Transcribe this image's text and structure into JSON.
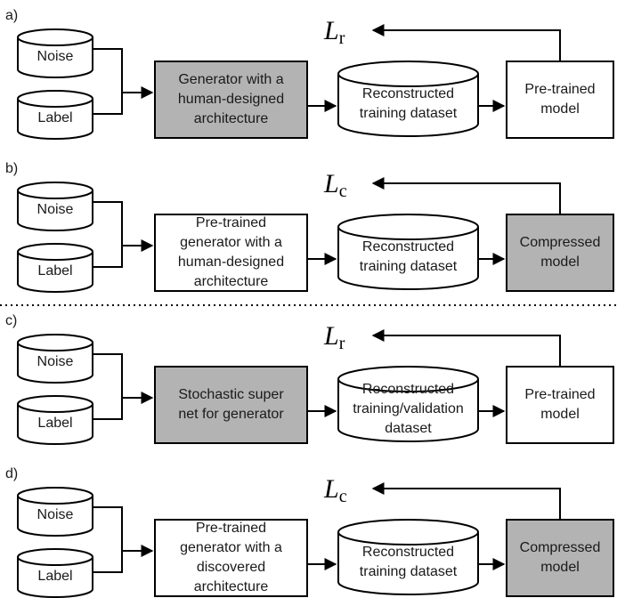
{
  "panels": [
    {
      "tag": "a)",
      "inputs": [
        "Noise",
        "Label"
      ],
      "generator": {
        "lines": [
          "Generator with a",
          "human-designed",
          "architecture"
        ],
        "shaded": true
      },
      "dataset": {
        "lines": [
          "Reconstructed",
          "training dataset"
        ]
      },
      "model": {
        "lines": [
          "Pre-trained",
          "model"
        ],
        "shaded": false
      },
      "loss": {
        "symbol": "L",
        "subscript": "r"
      }
    },
    {
      "tag": "b)",
      "inputs": [
        "Noise",
        "Label"
      ],
      "generator": {
        "lines": [
          "Pre-trained",
          "generator with a",
          "human-designed",
          "architecture"
        ],
        "shaded": false
      },
      "dataset": {
        "lines": [
          "Reconstructed",
          "training dataset"
        ]
      },
      "model": {
        "lines": [
          "Compressed",
          "model"
        ],
        "shaded": true
      },
      "loss": {
        "symbol": "L",
        "subscript": "c"
      }
    },
    {
      "tag": "c)",
      "inputs": [
        "Noise",
        "Label"
      ],
      "generator": {
        "lines": [
          "Stochastic super",
          "net for generator"
        ],
        "shaded": true
      },
      "dataset": {
        "lines": [
          "Reconstructed",
          "training/validation",
          "dataset"
        ]
      },
      "model": {
        "lines": [
          "Pre-trained",
          "model"
        ],
        "shaded": false
      },
      "loss": {
        "symbol": "L",
        "subscript": "r"
      }
    },
    {
      "tag": "d)",
      "inputs": [
        "Noise",
        "Label"
      ],
      "generator": {
        "lines": [
          "Pre-trained",
          "generator with a",
          "discovered",
          "architecture"
        ],
        "shaded": false
      },
      "dataset": {
        "lines": [
          "Reconstructed",
          "training dataset"
        ]
      },
      "model": {
        "lines": [
          "Compressed",
          "model"
        ],
        "shaded": true
      },
      "loss": {
        "symbol": "L",
        "subscript": "c"
      }
    }
  ],
  "colors": {
    "shaded": "#b3b3b3",
    "plain": "#ffffff",
    "stroke": "#000000"
  }
}
